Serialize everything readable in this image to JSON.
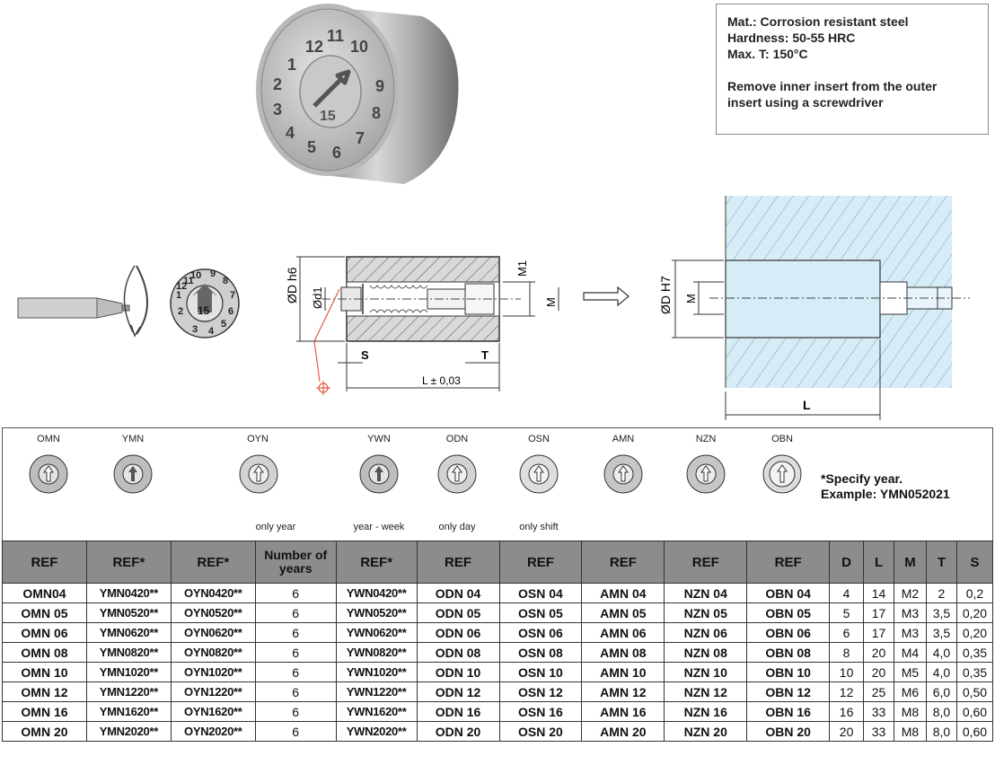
{
  "info": {
    "line1": "Mat.: Corrosion resistant steel",
    "line2": "Hardness: 50-55 HRC",
    "line3": "Max. T: 150°C",
    "line4": "Remove inner insert from the outer",
    "line5": "insert using a screwdriver"
  },
  "photo": {
    "dial_numbers": [
      "1",
      "2",
      "3",
      "4",
      "5",
      "6",
      "7",
      "8",
      "9",
      "10",
      "11",
      "12"
    ],
    "center_label": "15"
  },
  "drawing": {
    "od_h6": "ØD h6",
    "od1": "Ød1",
    "m1": "M1",
    "m": "M",
    "s": "S",
    "t": "T",
    "l_tol": "L ± 0,03",
    "od_h7": "ØD H7",
    "m_right": "M",
    "l_right": "L",
    "dial_numbers": [
      "1",
      "2",
      "3",
      "4",
      "5",
      "6",
      "7",
      "8",
      "9",
      "10",
      "11",
      "12"
    ],
    "dial_center": "15"
  },
  "variants": [
    {
      "code": "OMN",
      "sub": ""
    },
    {
      "code": "YMN",
      "sub": ""
    },
    {
      "code": "OYN",
      "sub": "only year"
    },
    {
      "code": "YWN",
      "sub": "year - week"
    },
    {
      "code": "ODN",
      "sub": "only day"
    },
    {
      "code": "OSN",
      "sub": "only shift"
    },
    {
      "code": "AMN",
      "sub": ""
    },
    {
      "code": "NZN",
      "sub": ""
    },
    {
      "code": "OBN",
      "sub": ""
    }
  ],
  "note": {
    "line1": "*Specify year.",
    "line2": "Example: YMN052021"
  },
  "table": {
    "headers": [
      "REF",
      "REF*",
      "REF*",
      "Number of years",
      "REF*",
      "REF",
      "REF",
      "REF",
      "REF",
      "REF",
      "D",
      "L",
      "M",
      "T",
      "S"
    ],
    "rows": [
      [
        "OMN04",
        "YMN0420**",
        "OYN0420**",
        "6",
        "YWN0420**",
        "ODN 04",
        "OSN 04",
        "AMN 04",
        "NZN 04",
        "OBN 04",
        "4",
        "14",
        "M2",
        "2",
        "0,2"
      ],
      [
        "OMN 05",
        "YMN0520**",
        "OYN0520**",
        "6",
        "YWN0520**",
        "ODN 05",
        "OSN 05",
        "AMN 05",
        "NZN 05",
        "OBN 05",
        "5",
        "17",
        "M3",
        "3,5",
        "0,20"
      ],
      [
        "OMN 06",
        "YMN0620**",
        "OYN0620**",
        "6",
        "YWN0620**",
        "ODN 06",
        "OSN 06",
        "AMN 06",
        "NZN 06",
        "OBN 06",
        "6",
        "17",
        "M3",
        "3,5",
        "0,20"
      ],
      [
        "OMN 08",
        "YMN0820**",
        "OYN0820**",
        "6",
        "YWN0820**",
        "ODN 08",
        "OSN 08",
        "AMN 08",
        "NZN 08",
        "OBN 08",
        "8",
        "20",
        "M4",
        "4,0",
        "0,35"
      ],
      [
        "OMN 10",
        "YMN1020**",
        "OYN1020**",
        "6",
        "YWN1020**",
        "ODN 10",
        "OSN 10",
        "AMN 10",
        "NZN 10",
        "OBN 10",
        "10",
        "20",
        "M5",
        "4,0",
        "0,35"
      ],
      [
        "OMN 12",
        "YMN1220**",
        "OYN1220**",
        "6",
        "YWN1220**",
        "ODN 12",
        "OSN 12",
        "AMN 12",
        "NZN 12",
        "OBN 12",
        "12",
        "25",
        "M6",
        "6,0",
        "0,50"
      ],
      [
        "OMN 16",
        "YMN1620**",
        "OYN1620**",
        "6",
        "YWN1620**",
        "ODN 16",
        "OSN 16",
        "AMN 16",
        "NZN 16",
        "OBN 16",
        "16",
        "33",
        "M8",
        "8,0",
        "0,60"
      ],
      [
        "OMN 20",
        "YMN2020**",
        "OYN2020**",
        "6",
        "YWN2020**",
        "ODN 20",
        "OSN 20",
        "AMN 20",
        "NZN 20",
        "OBN 20",
        "20",
        "33",
        "M8",
        "8,0",
        "0,60"
      ]
    ]
  }
}
